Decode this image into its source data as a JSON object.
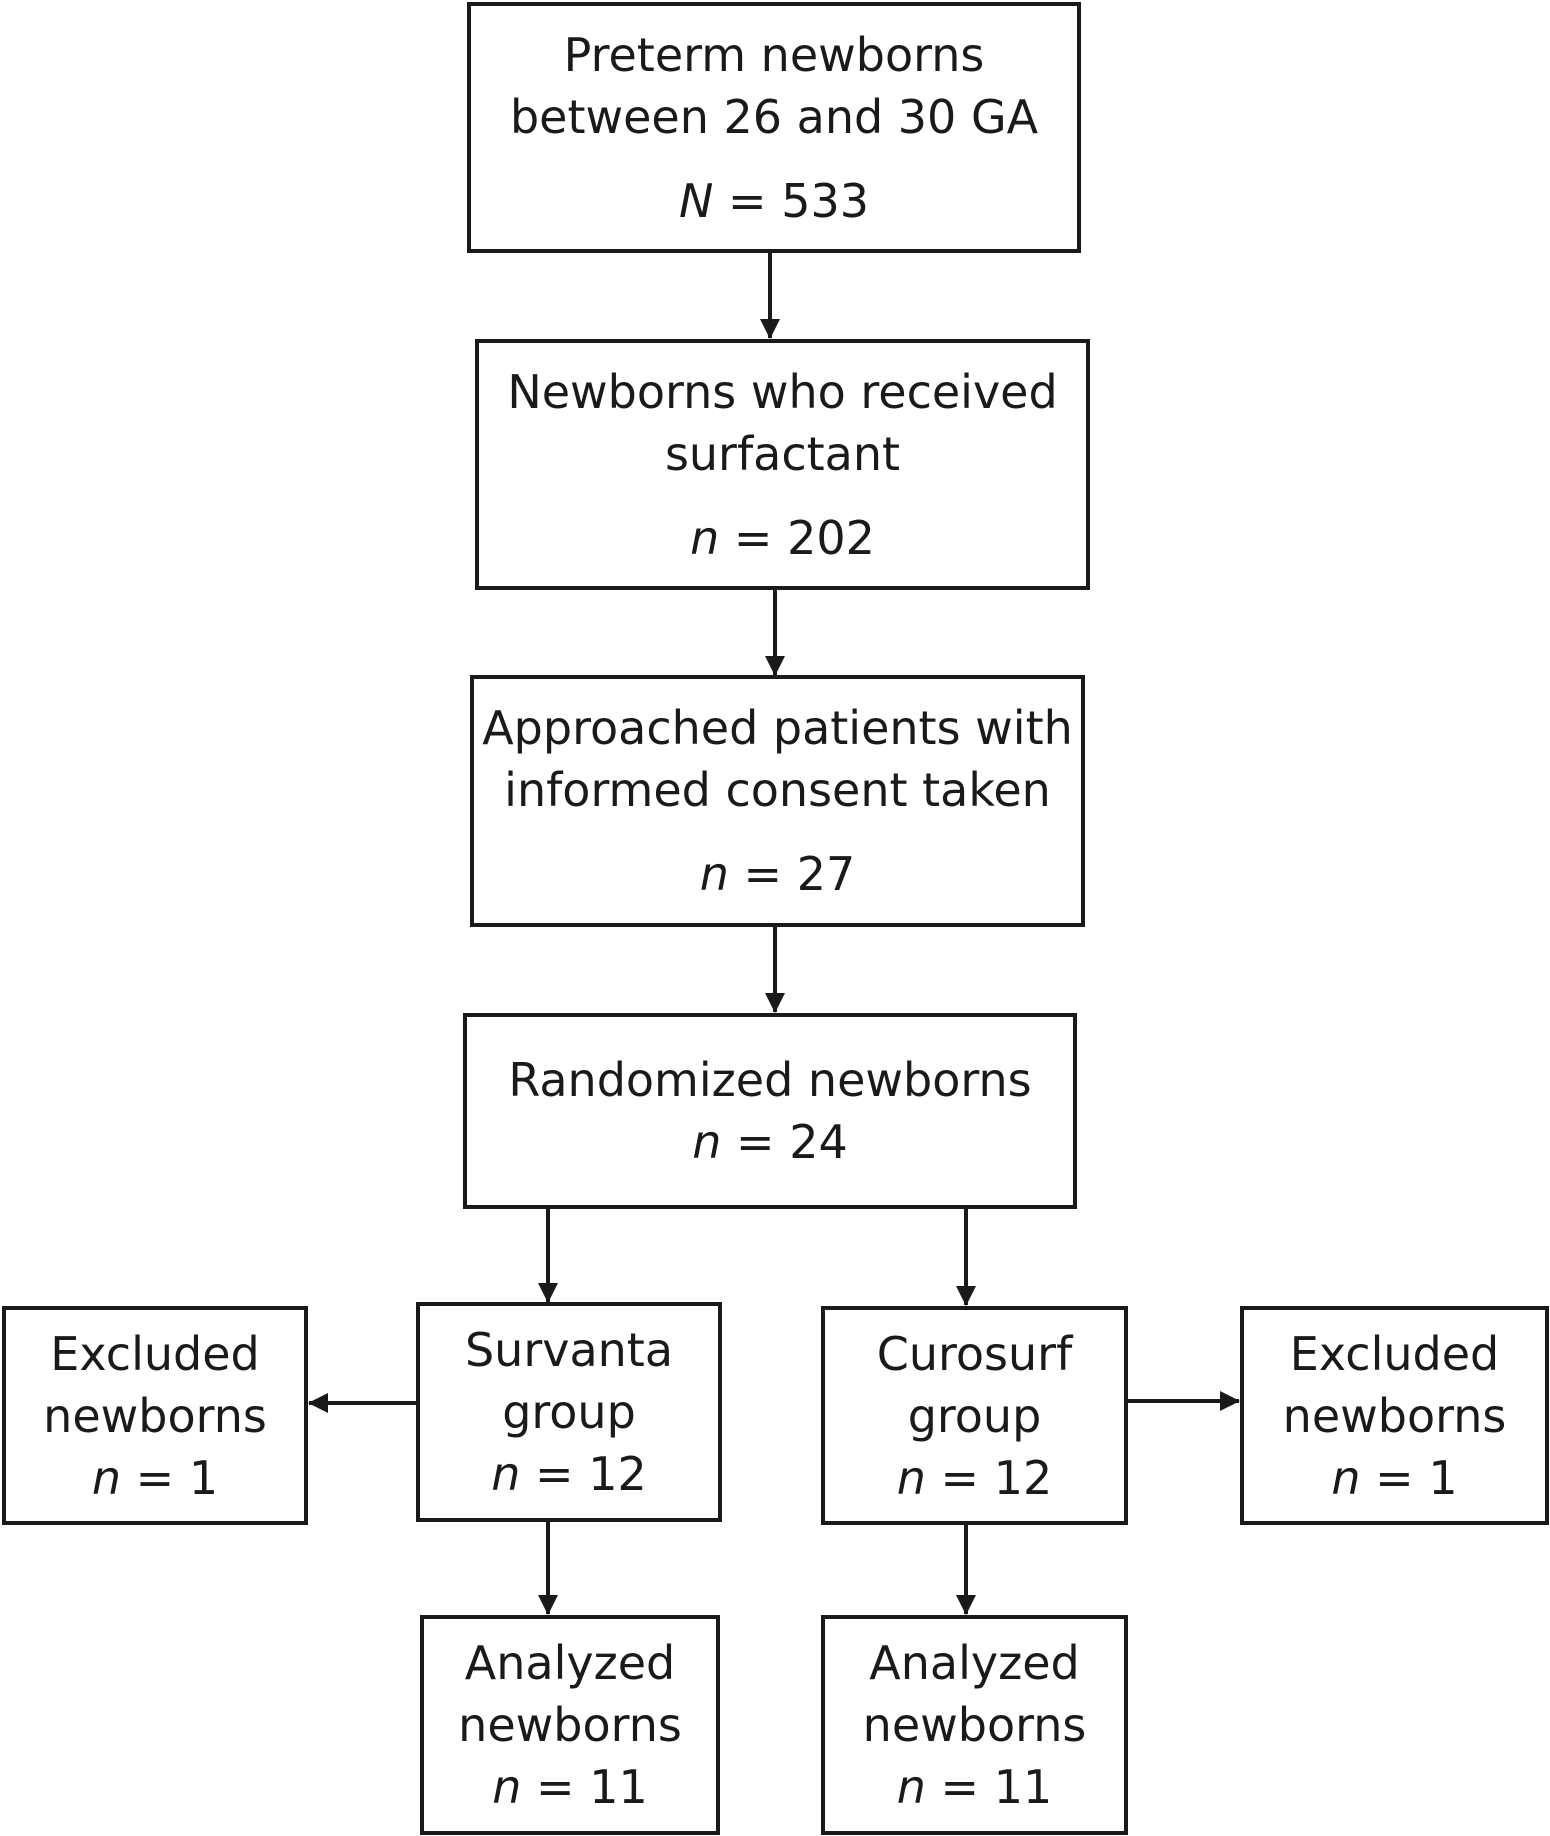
{
  "boxes": {
    "preterm": {
      "lines": [
        "Preterm newborns",
        "between 26 and 30 GA"
      ],
      "count_var": "N",
      "count_value": "= 533"
    },
    "surfactant": {
      "lines": [
        "Newborns who received",
        "surfactant"
      ],
      "count_var": "n",
      "count_value": "= 202"
    },
    "approached": {
      "lines": [
        "Approached patients with",
        "informed consent taken"
      ],
      "count_var": "n",
      "count_value": "= 27"
    },
    "randomized": {
      "lines": [
        "Randomized newborns"
      ],
      "count_var": "n",
      "count_value": "= 24"
    },
    "excluded_left": {
      "lines": [
        "Excluded",
        "newborns"
      ],
      "count_var": "n",
      "count_value": "= 1"
    },
    "survanta": {
      "lines": [
        "Survanta",
        "group"
      ],
      "count_var": "n",
      "count_value": "= 12"
    },
    "curosurf": {
      "lines": [
        "Curosurf",
        "group"
      ],
      "count_var": "n",
      "count_value": "= 12"
    },
    "excluded_right": {
      "lines": [
        "Excluded",
        "newborns"
      ],
      "count_var": "n",
      "count_value": "= 1"
    },
    "analyzed_left": {
      "lines": [
        "Analyzed",
        "newborns"
      ],
      "count_var": "n",
      "count_value": "= 11"
    },
    "analyzed_right": {
      "lines": [
        "Analyzed",
        "newborns"
      ],
      "count_var": "n",
      "count_value": "= 11"
    }
  }
}
